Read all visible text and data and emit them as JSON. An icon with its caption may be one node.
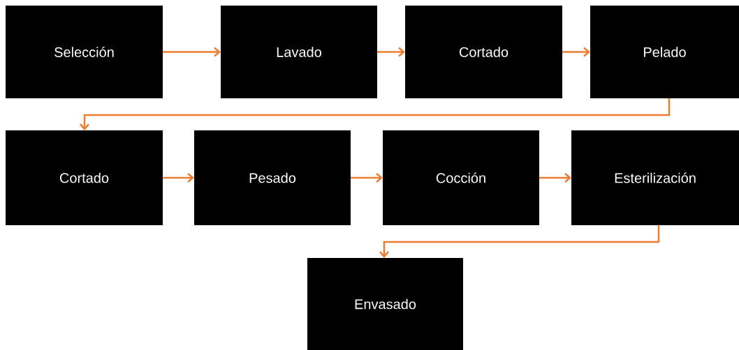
{
  "diagram": {
    "nodes": [
      {
        "text": [
          "Selección"
        ]
      },
      {
        "text": [
          "Lavado"
        ]
      },
      {
        "text": [
          "Cortado"
        ]
      },
      {
        "text": [
          "Pelado"
        ]
      },
      {
        "text": [
          "Cortado"
        ]
      },
      {
        "text": [
          "Pesado"
        ]
      },
      {
        "text": [
          "Cocción"
        ]
      },
      {
        "text": [
          "Esterilización"
        ]
      },
      {
        "text": [
          "Envasado"
        ]
      }
    ],
    "edges": [
      {
        "from": 0,
        "to": 1,
        "arrow": "to"
      },
      {
        "from": 1,
        "to": 2,
        "arrow": "to"
      },
      {
        "from": 2,
        "to": 3,
        "arrow": "to"
      },
      {
        "from": 3,
        "to": 4,
        "arrow": "to"
      },
      {
        "from": 4,
        "to": 5,
        "arrow": "to"
      },
      {
        "from": 5,
        "to": 6,
        "arrow": "to"
      },
      {
        "from": 6,
        "to": 7,
        "arrow": "to"
      },
      {
        "from": 7,
        "to": 8,
        "arrow": "to"
      }
    ]
  }
}
